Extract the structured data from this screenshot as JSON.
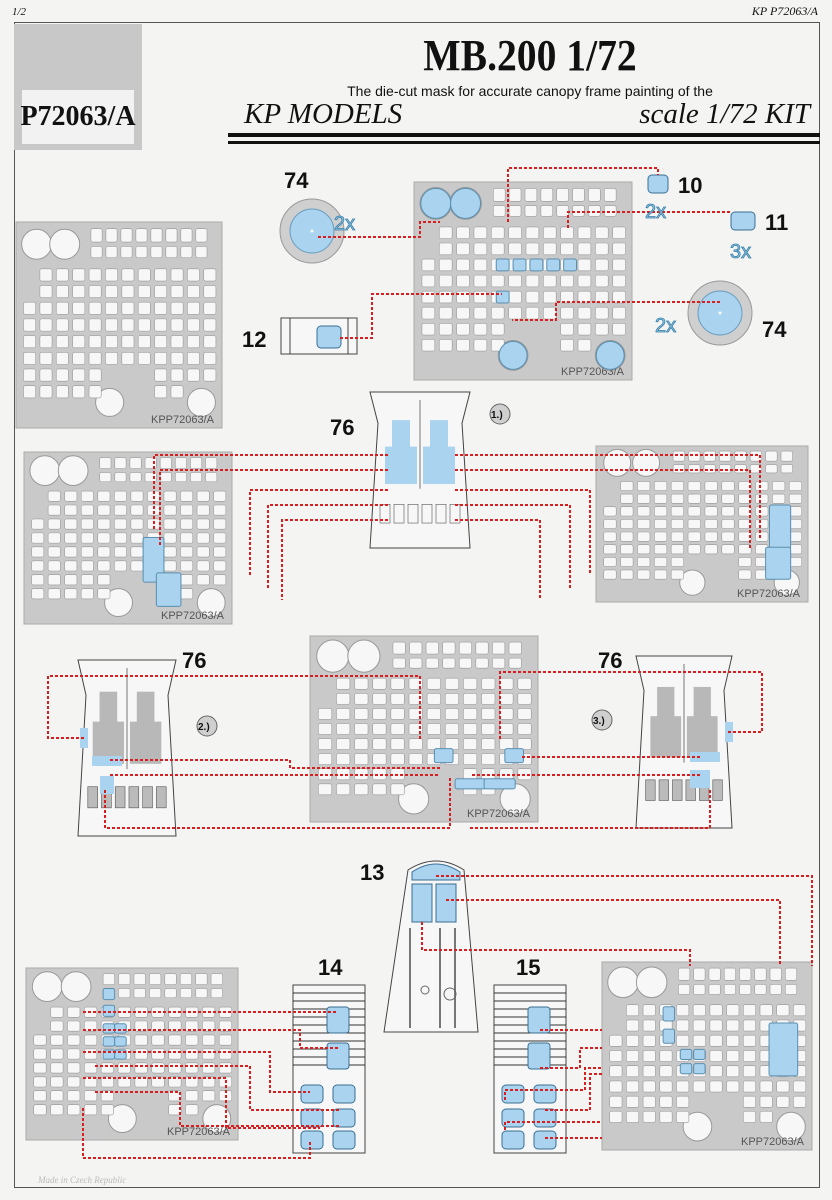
{
  "header": {
    "page_number": "1/2",
    "corner_code": "KP P72063/A",
    "product_code": "P72063/A",
    "title": "MB.200  1/72",
    "subtitle": "The die-cut mask for accurate canopy frame painting of the",
    "brand": "KP MODELS",
    "scale": "scale 1/72 KIT"
  },
  "colors": {
    "mask_blue": "#a9d3ee",
    "fret_gray": "#c9c9c9",
    "leader_red": "#d81e1e",
    "background": "#f4f4f2"
  },
  "fret_label": "KPP72063/A",
  "parts": [
    {
      "id": "74",
      "label": "74",
      "quantity": "2x",
      "shape": "round window"
    },
    {
      "id": "74b",
      "label": "74",
      "quantity": "2x",
      "shape": "round window"
    },
    {
      "id": "10",
      "label": "10",
      "quantity": "2x",
      "shape": "small square window"
    },
    {
      "id": "11",
      "label": "11",
      "quantity": "3x",
      "shape": "small rectangular window"
    },
    {
      "id": "12",
      "label": "12",
      "quantity": "",
      "shape": "side panel"
    },
    {
      "id": "76",
      "label": "76",
      "quantity": "",
      "shape": "nose glazing",
      "step": "1.)"
    },
    {
      "id": "76b",
      "label": "76",
      "quantity": "",
      "shape": "nose glazing",
      "step": "2.)"
    },
    {
      "id": "76c",
      "label": "76",
      "quantity": "",
      "shape": "nose glazing",
      "step": "3.)"
    },
    {
      "id": "13",
      "label": "13",
      "quantity": "",
      "shape": "turret canopy"
    },
    {
      "id": "14",
      "label": "14",
      "quantity": "",
      "shape": "cockpit canopy left"
    },
    {
      "id": "15",
      "label": "15",
      "quantity": "",
      "shape": "cockpit canopy right"
    }
  ],
  "footer_text": "Made in Czech Republic"
}
